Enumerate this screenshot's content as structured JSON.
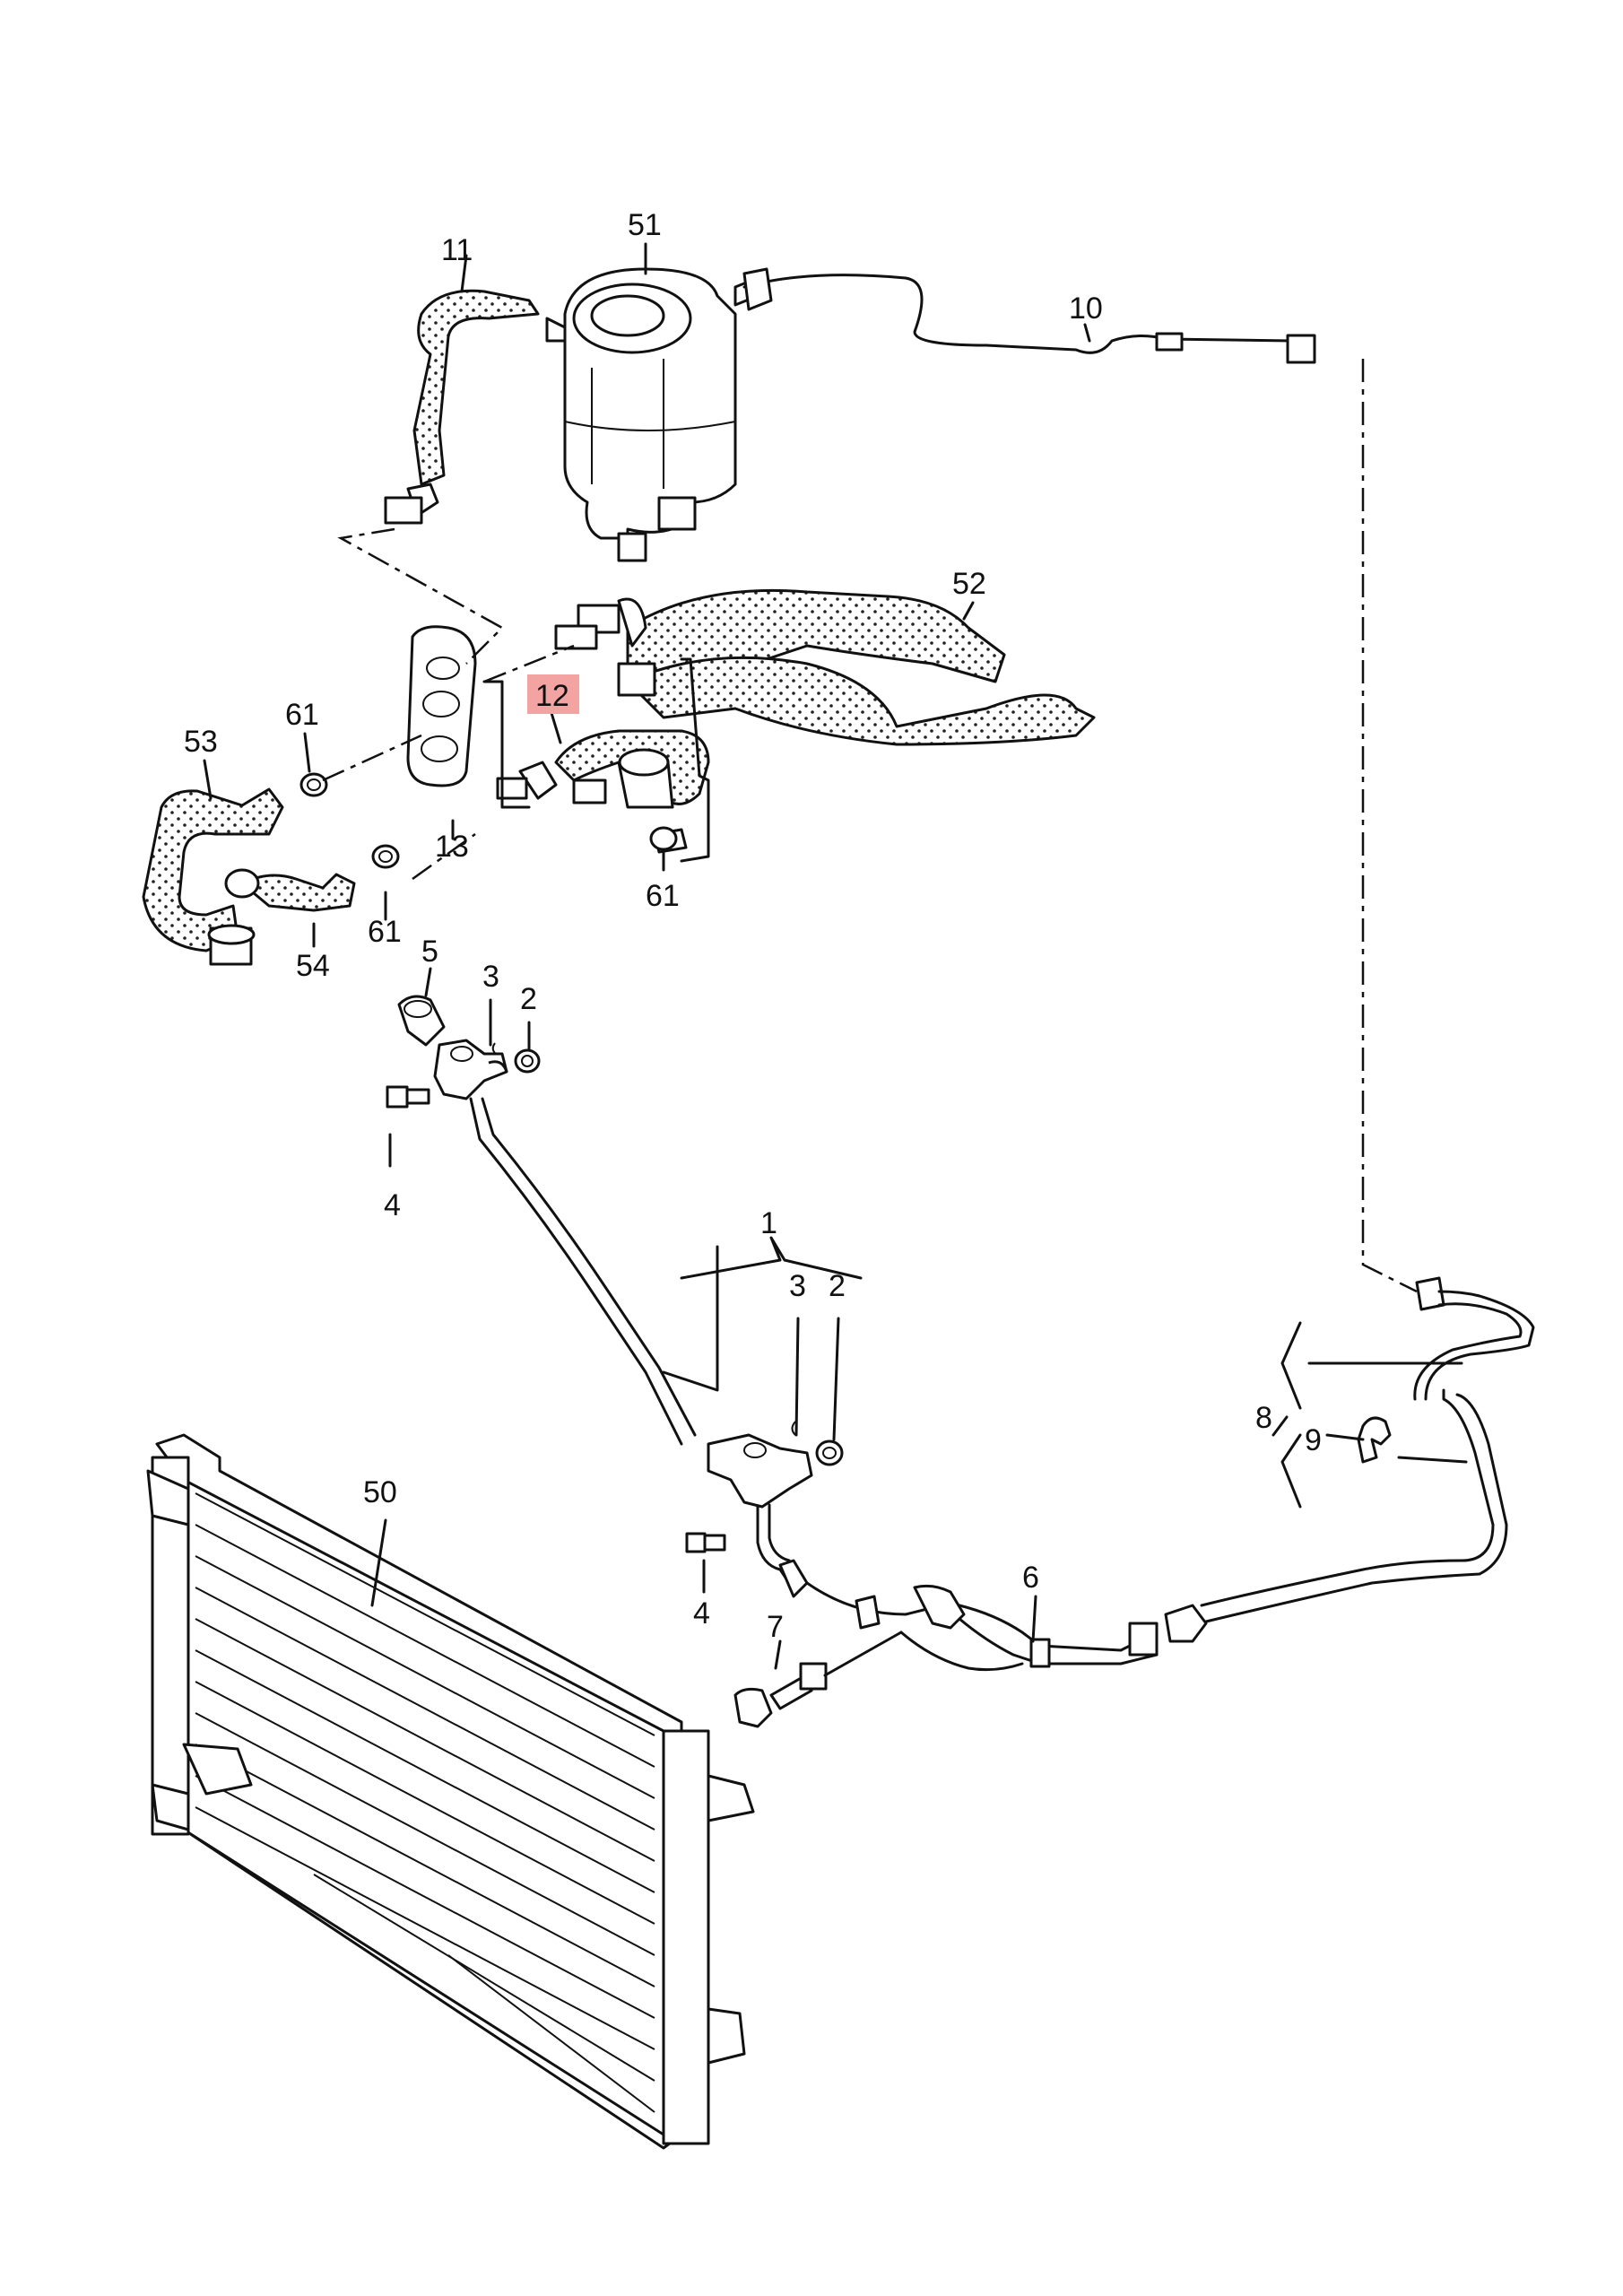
{
  "labels": {
    "l51": "51",
    "l11": "11",
    "l10": "10",
    "l52": "52",
    "l12": "12",
    "l61a": "61",
    "l61b": "61",
    "l61c": "61",
    "l53": "53",
    "l13": "13",
    "l54": "54",
    "l5": "5",
    "l3a": "3",
    "l2a": "2",
    "l4a": "4",
    "l1": "1",
    "l3b": "3",
    "l2b": "2",
    "l8": "8",
    "l9": "9",
    "l50": "50",
    "l6": "6",
    "l7": "7",
    "l4b": "4"
  },
  "colors": {
    "highlight": "#f4a3a3",
    "ink": "#111111"
  }
}
